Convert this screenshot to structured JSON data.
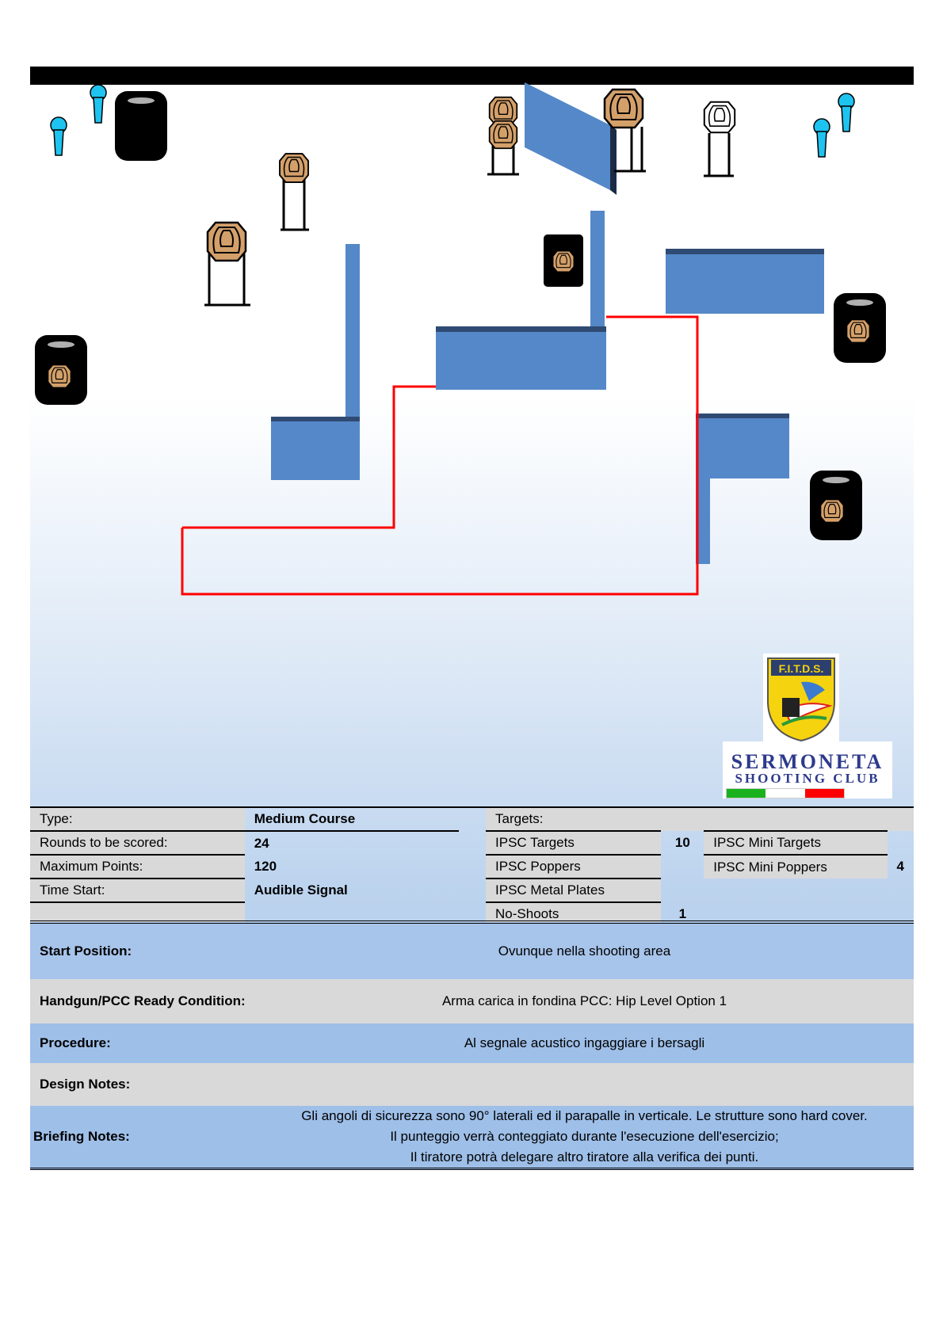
{
  "diagram": {
    "objects": [
      {
        "type": "popper",
        "color": "#1ec3f0"
      },
      {
        "type": "popper",
        "color": "#1ec3f0"
      },
      {
        "type": "barrel"
      },
      {
        "type": "ipsc-target"
      },
      {
        "type": "ipsc-target"
      },
      {
        "type": "ipsc-target-stacked"
      },
      {
        "type": "wall"
      },
      {
        "type": "ipsc-target"
      },
      {
        "type": "no-shoot"
      },
      {
        "type": "popper",
        "color": "#1ec3f0"
      },
      {
        "type": "popper",
        "color": "#1ec3f0"
      },
      {
        "type": "barrel-target"
      },
      {
        "type": "barrel-target"
      },
      {
        "type": "barrel-target"
      },
      {
        "type": "mini-target-on-black"
      }
    ],
    "colors": {
      "wall": "#5588c8",
      "target": "#d4a06a",
      "popper": "#1ec3f0",
      "fault_line": "#ff0000"
    }
  },
  "logos": {
    "fitds": "F.I.T.D.S.",
    "club_line1": "SERMONETA",
    "club_line2": "SHOOTING CLUB",
    "flag_colors": [
      "#19b21e",
      "#ffffff",
      "#ff0000"
    ]
  },
  "info": {
    "type_label": "Type:",
    "type_value": "Medium Course",
    "rounds_label": "Rounds to be scored:",
    "rounds_value": "24",
    "max_points_label": "Maximum Points:",
    "max_points_value": "120",
    "time_start_label": "Time Start:",
    "time_start_value": "Audible Signal",
    "targets_label": "Targets:",
    "targets": [
      {
        "label": "IPSC Targets",
        "value": "10"
      },
      {
        "label": "IPSC Poppers",
        "value": ""
      },
      {
        "label": "IPSC Metal Plates",
        "value": ""
      },
      {
        "label": "No-Shoots",
        "value": "1"
      }
    ],
    "mini": [
      {
        "label": "IPSC Mini Targets",
        "value": ""
      },
      {
        "label": "IPSC Mini Poppers",
        "value": "4"
      }
    ]
  },
  "notes": {
    "start_position_label": "Start Position:",
    "start_position_value": "Ovunque nella shooting area",
    "ready_label": "Handgun/PCC Ready Condition:",
    "ready_value": "Arma carica in fondina PCC: Hip Level Option 1",
    "procedure_label": "Procedure:",
    "procedure_value": "Al segnale acustico ingaggiare i bersagli",
    "design_label": "Design Notes:",
    "design_value": "",
    "briefing_label": "Briefing Notes:",
    "briefing_lines": [
      "Gli angoli di sicurezza sono 90° laterali ed il parapalle in verticale. Le strutture sono hard cover.",
      "Il punteggio verrà conteggiato durante l'esecuzione dell'esercizio;",
      "Il tiratore potrà delegare altro tiratore alla verifica dei punti."
    ]
  }
}
